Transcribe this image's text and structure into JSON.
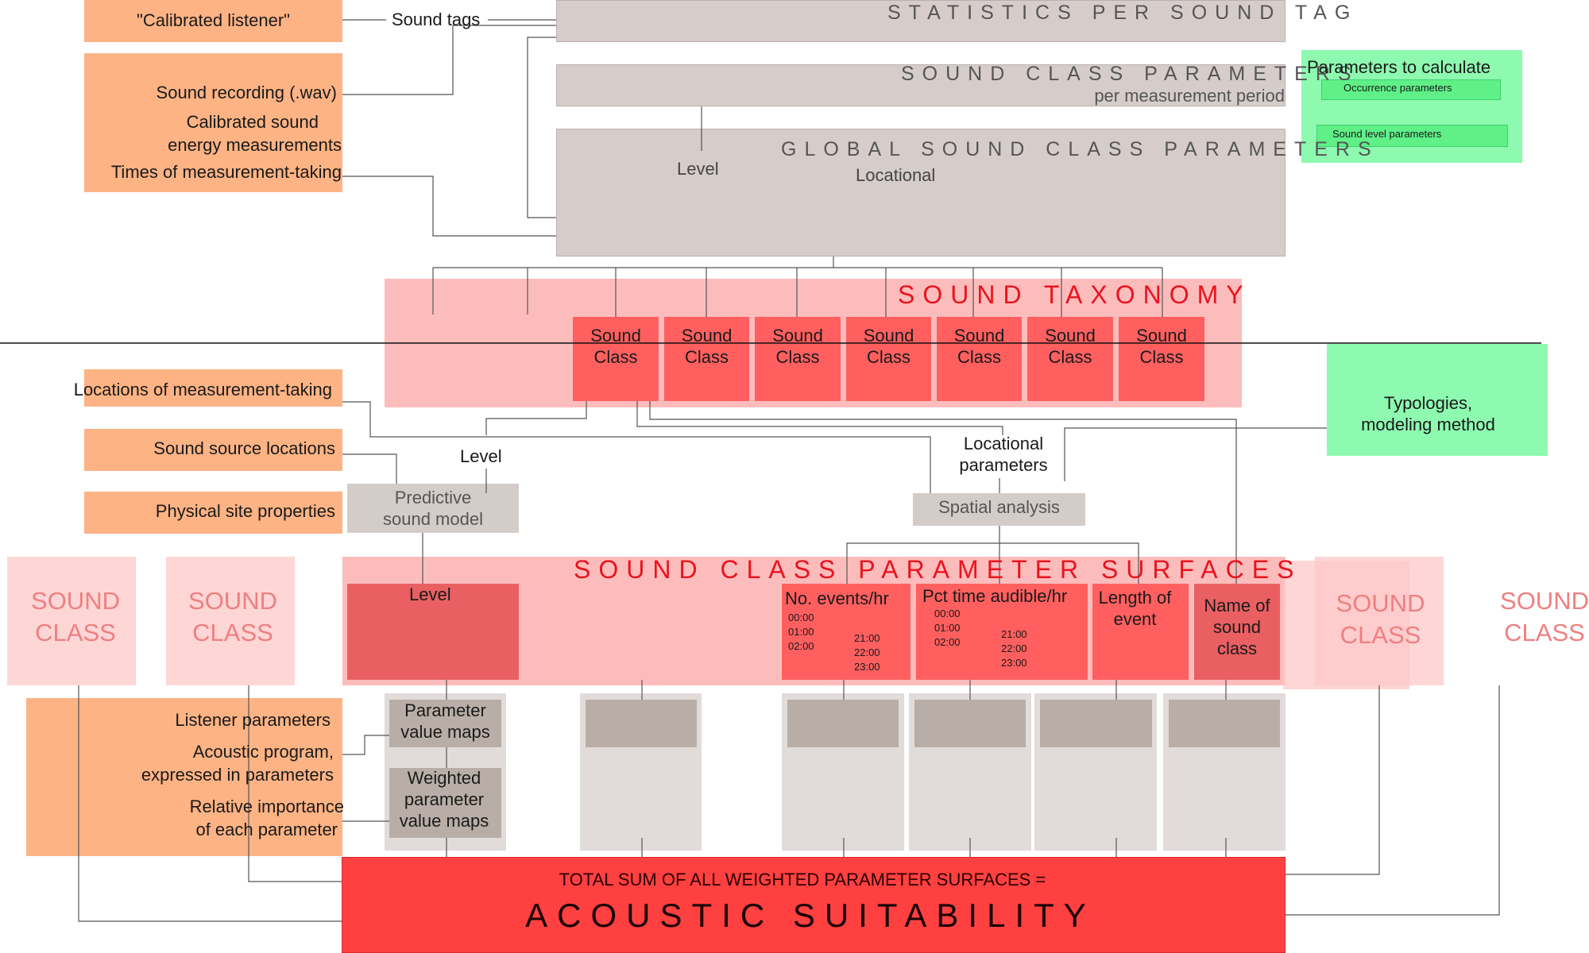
{
  "inputs_top": {
    "calibrated_listener": "\"Calibrated listener\"",
    "sound_recording": "Sound recording (.wav)",
    "calibrated_sound_line1": "Calibrated sound",
    "calibrated_sound_line2": "energy measurements",
    "times": "Times of measurement-taking",
    "sound_tags": "Sound tags"
  },
  "statistics_header": "STATISTICS PER SOUND TAG",
  "sound_class_params": {
    "title": "SOUND CLASS PARAMETERS",
    "subtitle": "per measurement period"
  },
  "global_params": {
    "title": "GLOBAL SOUND CLASS PARAMETERS",
    "level": "Level",
    "locational": "Locational"
  },
  "parameters_to_calculate": {
    "title": "Parameters to calculate",
    "occurrence": "Occurrence parameters",
    "sound_level": "Sound level parameters"
  },
  "taxonomy": {
    "title": "SOUND TAXONOMY",
    "classes": [
      {
        "line1": "Sound",
        "line2": "Class"
      },
      {
        "line1": "Sound",
        "line2": "Class"
      },
      {
        "line1": "Sound",
        "line2": "Class"
      },
      {
        "line1": "Sound",
        "line2": "Class"
      },
      {
        "line1": "Sound",
        "line2": "Class"
      },
      {
        "line1": "Sound",
        "line2": "Class"
      },
      {
        "line1": "Sound",
        "line2": "Class"
      }
    ]
  },
  "typologies": {
    "line1": "Typologies,",
    "line2": "modeling method"
  },
  "inputs_mid": {
    "locations": "Locations of measurement-taking",
    "source_locations": "Sound source locations",
    "physical": "Physical site properties"
  },
  "level_label": "Level",
  "predictive_model": {
    "line1": "Predictive",
    "line2": "sound model"
  },
  "locational_parameters": {
    "line1": "Locational",
    "line2": "parameters"
  },
  "spatial_analysis": "Spatial analysis",
  "ghost_classes": [
    {
      "line1": "SOUND",
      "line2": "CLASS"
    },
    {
      "line1": "SOUND",
      "line2": "CLASS"
    },
    {
      "line1": "SOUND",
      "line2": "CLASS"
    },
    {
      "line1": "SOUND",
      "line2": "CLASS"
    }
  ],
  "surfaces": {
    "title": "SOUND CLASS PARAMETER SURFACES",
    "level": "Level",
    "events": {
      "title": "No. events/hr",
      "times_left": [
        "00:00",
        "01:00",
        "02:00"
      ],
      "times_right": [
        "21:00",
        "22:00",
        "23:00"
      ]
    },
    "pct": {
      "title": "Pct time audible/hr",
      "times_left": [
        "00:00",
        "01:00",
        "02:00"
      ],
      "times_right": [
        "21:00",
        "22:00",
        "23:00"
      ]
    },
    "length": {
      "line1": "Length of",
      "line2": "event"
    },
    "name": {
      "line1": "Name of",
      "line2": "sound",
      "line3": "class"
    }
  },
  "listener_inputs": {
    "listener_parameters": "Listener parameters",
    "acoustic_line1": "Acoustic program,",
    "acoustic_line2": "expressed in parameters",
    "relative_line1": "Relative importance",
    "relative_line2": "of each parameter"
  },
  "maps": {
    "pvm_line1": "Parameter",
    "pvm_line2": "value maps",
    "wpvm_line1": "Weighted",
    "wpvm_line2": "parameter",
    "wpvm_line3": "value maps"
  },
  "total": {
    "line1": "TOTAL SUM OF ALL WEIGHTED PARAMETER SURFACES =",
    "line2": "ACOUSTIC SUITABILITY"
  },
  "colors": {
    "orange": "#fdb384",
    "grey": "#d6cdcb",
    "taxonomy_band": "#fdbcbc",
    "sound_class": "#ff5f5f",
    "total": "#ff4040",
    "green": "#8dfab0",
    "red_title": "#e8141f"
  }
}
